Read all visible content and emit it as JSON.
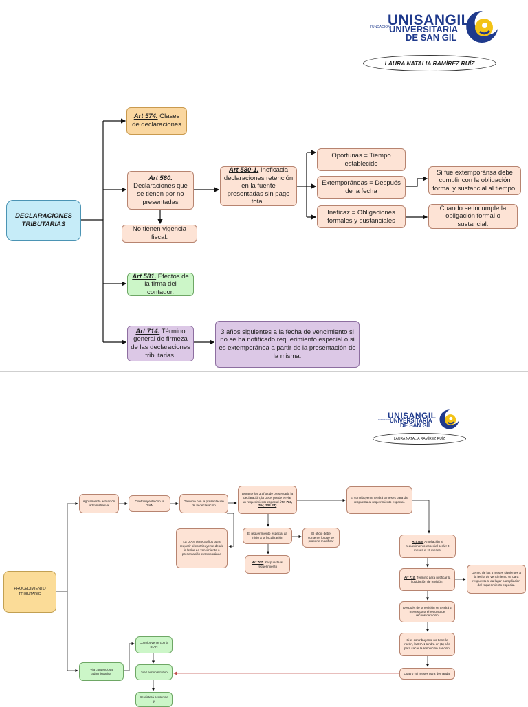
{
  "logo": {
    "name": "UNISANGIL",
    "foundation": "FUNDACIÓN",
    "line1": "UNIVERSITARIA",
    "line2": "DE SAN GIL"
  },
  "author": "LAURA NATALIA RAMÍREZ RUÍZ",
  "diagram1": {
    "root": "DECLARACIONES TRIBUTARIAS",
    "art574": {
      "ref": "Art 574.",
      "text": " Clases de declaraciones"
    },
    "art580": {
      "ref": "Art 580.",
      "text": " Declaraciones que se tienen por no presentadas"
    },
    "no_vigencia": "No tienen vigencia fiscal.",
    "art580_1": {
      "ref": "Art 580-1.",
      "text": " Ineficacia declaraciones retención en la fuente presentadas sin pago total."
    },
    "oportunas": "Oportunas = Tiempo establecido",
    "extemporaneas": "Extemporáneas = Después de la fecha",
    "ineficaz": "Ineficaz = Obligaciones formales y sustanciales",
    "extemporanea_nota": "Si fue extemporánsa debe cumplir con la obligación formal y sustancial al tiempo.",
    "incumple": "Cuando se incumple la obligación formal o sustancial.",
    "art581": {
      "ref": "Art 581.",
      "text": " Efectos de la firma del contador."
    },
    "art714": {
      "ref": "Art 714.",
      "text": " Término general de firmeza de las declaraciones tributarias."
    },
    "tres_anos": "3 años siguientes a la fecha de vencimiento si no se ha notificado requerimiento especial o si es extemporánea a partir de la presentación de la misma."
  },
  "diagram2": {
    "root": "PROCEDIMIENTO TRIBUTARIO",
    "agotamiento": "Agotamiento actuación administrativa",
    "contribuyente_dian": "Contribuyente con la DIAN",
    "da_inicio": "Da inicio con la presentación de la declaración",
    "durante": "Durante los 3 años de presentada la declaración, la DIAN puede enviar un requerimiento especial",
    "durante_ref": "(Art 703, 704, 706 ET)",
    "dian_tiene": "La DIAN tiene 3 años para requerir al contribuyente desde la fecha de vencimiento o presentación extemporánea",
    "requerimiento": "El requerimiento especial da inicio a la fiscalización",
    "oficio": "El oficio debe contener lo que se propone modificar",
    "art707": {
      "ref": "Art 707.",
      "text": " Respuesta al requerimiento"
    },
    "contribuyente_3m": "El contribuyente tendrá 3 meses para dar respuesta al requerimiento especial.",
    "art708": {
      "ref": "Art 708.",
      "text": " Ampliación al requerimiento especial será >3 meses e <6 meses."
    },
    "art710": {
      "ref": "Art 710.",
      "text": " Término para notificar la liquidación de revisión."
    },
    "dentro": "Dentro de los 6 meses siguientes a la fecha de vencimiento se dará respuesta si da lugar a ampliación del requerimiento especial.",
    "despues": "Después de la revisión se tendrá 2 meses para el recurso de reconsideración",
    "si_el": "Si el contribuyente no tiene la razón, la DIAN tendrá un (1) año para sacar la resolución sanción.",
    "cuatro": "Cuatro (4) meses para demandar",
    "via": "Vía contenciosa administrativa",
    "contribuyente_dian2": "Contribuyente con la DIAN",
    "juez": "Juez administrativo",
    "sentencia": "Se dictará sentencia y"
  }
}
